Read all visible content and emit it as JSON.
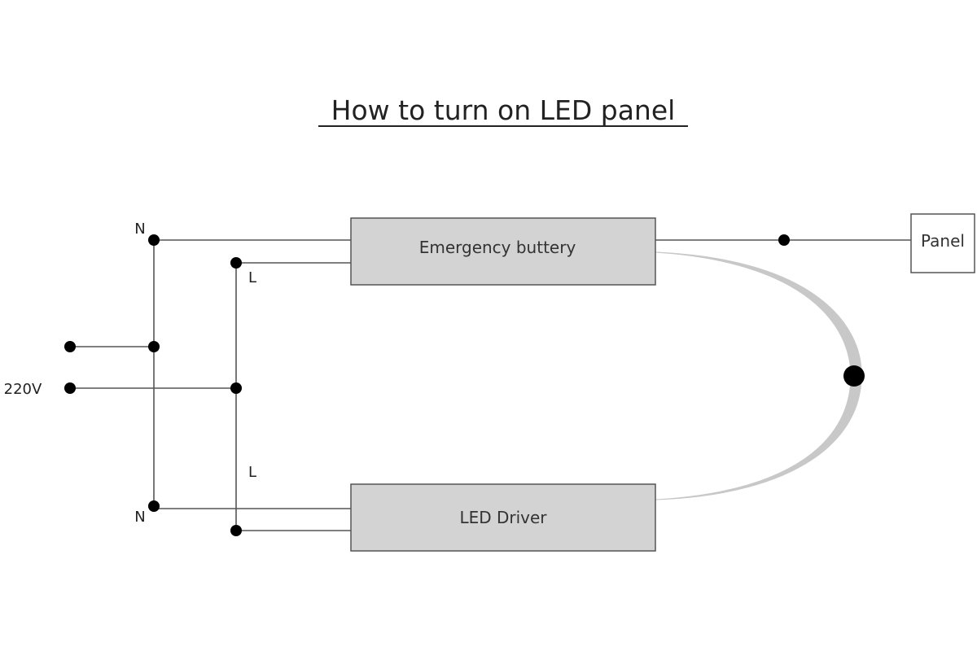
{
  "title": "How to turn on LED panel",
  "labels": {
    "n_top": "N",
    "l_top": "L",
    "voltage": "220V",
    "l_bottom": "L",
    "n_bottom": "N"
  },
  "components": {
    "emergency": "Emergency buttery",
    "driver": "LED Driver",
    "panel": "Panel"
  },
  "colors": {
    "box_fill": "#d3d3d3",
    "wire": "#555555",
    "dot": "#000000",
    "arc": "#c8c8c8"
  }
}
